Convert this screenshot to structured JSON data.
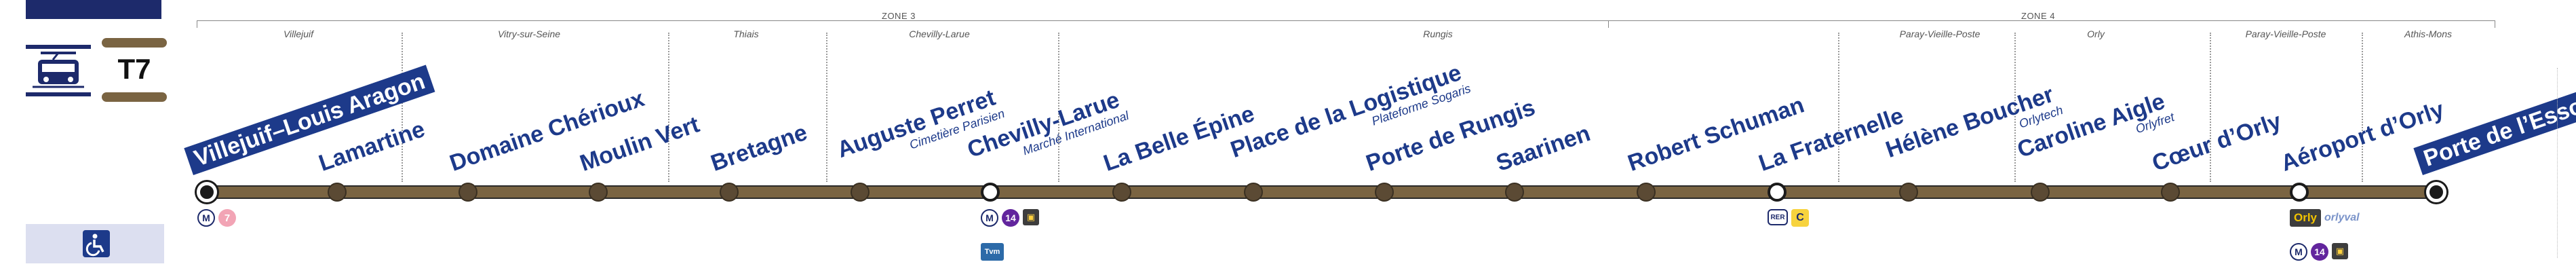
{
  "line": {
    "label": "T7",
    "color": "#7a6442",
    "mode_icon": "tram-icon",
    "accessibility_icon": "wheelchair-icon"
  },
  "zones": [
    {
      "label": "ZONE 3"
    },
    {
      "label": "ZONE 4"
    }
  ],
  "communes": [
    {
      "label": "Villejuif"
    },
    {
      "label": "Vitry-sur-Seine"
    },
    {
      "label": "Thiais"
    },
    {
      "label": "Chevilly-Larue"
    },
    {
      "label": "Rungis"
    },
    {
      "label": "Paray-Vieille-Poste"
    },
    {
      "label": "Orly"
    },
    {
      "label": "Paray-Vieille-Poste"
    },
    {
      "label": "Athis-Mons"
    }
  ],
  "stations": [
    {
      "name": "Villejuif–Louis Aragon",
      "sub": "",
      "terminus": true,
      "correspondences": [
        "M",
        "7"
      ]
    },
    {
      "name": "Lamartine",
      "sub": "",
      "correspondences": []
    },
    {
      "name": "Domaine Chérioux",
      "sub": "",
      "correspondences": []
    },
    {
      "name": "Moulin Vert",
      "sub": "",
      "correspondences": []
    },
    {
      "name": "Bretagne",
      "sub": "",
      "correspondences": []
    },
    {
      "name": "Auguste Perret",
      "sub": "Cimetière Parisien",
      "correspondences": []
    },
    {
      "name": "Chevilly-Larue",
      "sub": "Marché International",
      "correspondences": [
        "M",
        "14",
        "bus",
        "Tvm"
      ]
    },
    {
      "name": "La Belle Épine",
      "sub": "",
      "correspondences": []
    },
    {
      "name": "Place de la Logistique",
      "sub": "Plateforme Sogaris",
      "correspondences": []
    },
    {
      "name": "Porte de Rungis",
      "sub": "",
      "correspondences": []
    },
    {
      "name": "Saarinen",
      "sub": "",
      "correspondences": []
    },
    {
      "name": "Robert Schuman",
      "sub": "",
      "correspondences": []
    },
    {
      "name": "La Fraternelle",
      "sub": "",
      "correspondences": [
        "RER",
        "C"
      ]
    },
    {
      "name": "Hélène Boucher",
      "sub": "Orlytech",
      "correspondences": []
    },
    {
      "name": "Caroline Aigle",
      "sub": "Orlyfret",
      "correspondences": []
    },
    {
      "name": "Cœur d’Orly",
      "sub": "",
      "correspondences": []
    },
    {
      "name": "Aéroport d’Orly",
      "sub": "",
      "correspondences": [
        "Orly",
        "orlyval",
        "M",
        "14",
        "bus"
      ]
    },
    {
      "name": "Porte de l’Essonne",
      "sub": "",
      "terminus": true,
      "correspondences": []
    }
  ],
  "correspondence_labels": {
    "metro": "M",
    "metro7": "7",
    "metro14": "14",
    "tvm": "Tvm",
    "rer": "RER",
    "rerC": "C",
    "orly": "Orly",
    "orlyval": "orlyval"
  }
}
